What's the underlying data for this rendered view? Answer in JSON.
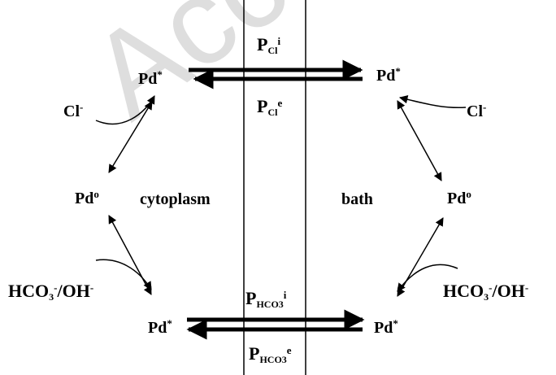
{
  "labels": {
    "pd_star": "Pd",
    "star": "*",
    "pd_o": "Pd",
    "o": "o",
    "cl": "Cl",
    "minus": "-",
    "hco3_oh": "HCO",
    "sub3": "3",
    "slash_oh": "/OH",
    "cytoplasm": "cytoplasm",
    "bath": "bath",
    "p": "P",
    "cl_sub": "Cl",
    "hco3_sub": "HCO3",
    "i": "i",
    "e": "e"
  },
  "watermark": "Accepted Manuscript",
  "colors": {
    "ink": "#000000",
    "watermark": "#cccccc"
  }
}
